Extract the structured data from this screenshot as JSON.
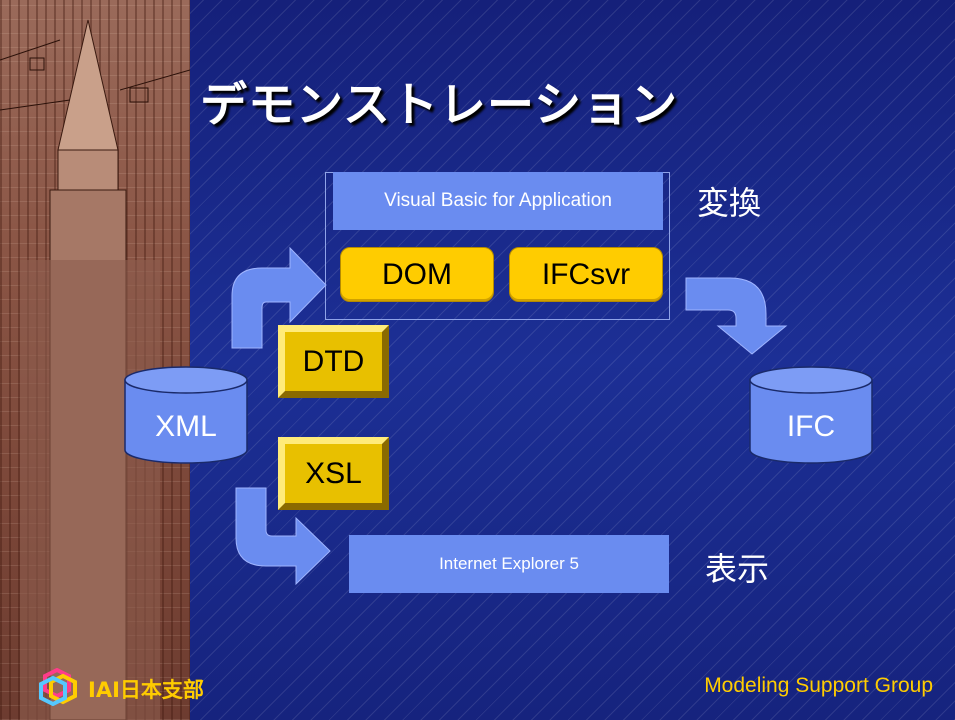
{
  "slide": {
    "title": "デモンストレーション",
    "footer_org": "IAI日本支部",
    "footer_group": "Modeling Support Group"
  },
  "diagram": {
    "vba_label": "Visual Basic for Application",
    "dom_label": "DOM",
    "ifcsvr_label": "IFCsvr",
    "convert_label": "変換",
    "dtd_label": "DTD",
    "xsl_label": "XSL",
    "xml_label": "XML",
    "ifc_label": "IFC",
    "ie_label": "Internet Explorer 5",
    "display_label": "表示"
  },
  "colors": {
    "background": "#1a2a8a",
    "box_blue": "#6a8cf0",
    "box_gold": "#ffcc00",
    "text_gold": "#ffcc00"
  },
  "icons": {
    "logo": "iai-logo-icon",
    "decoration": "building-photo"
  }
}
